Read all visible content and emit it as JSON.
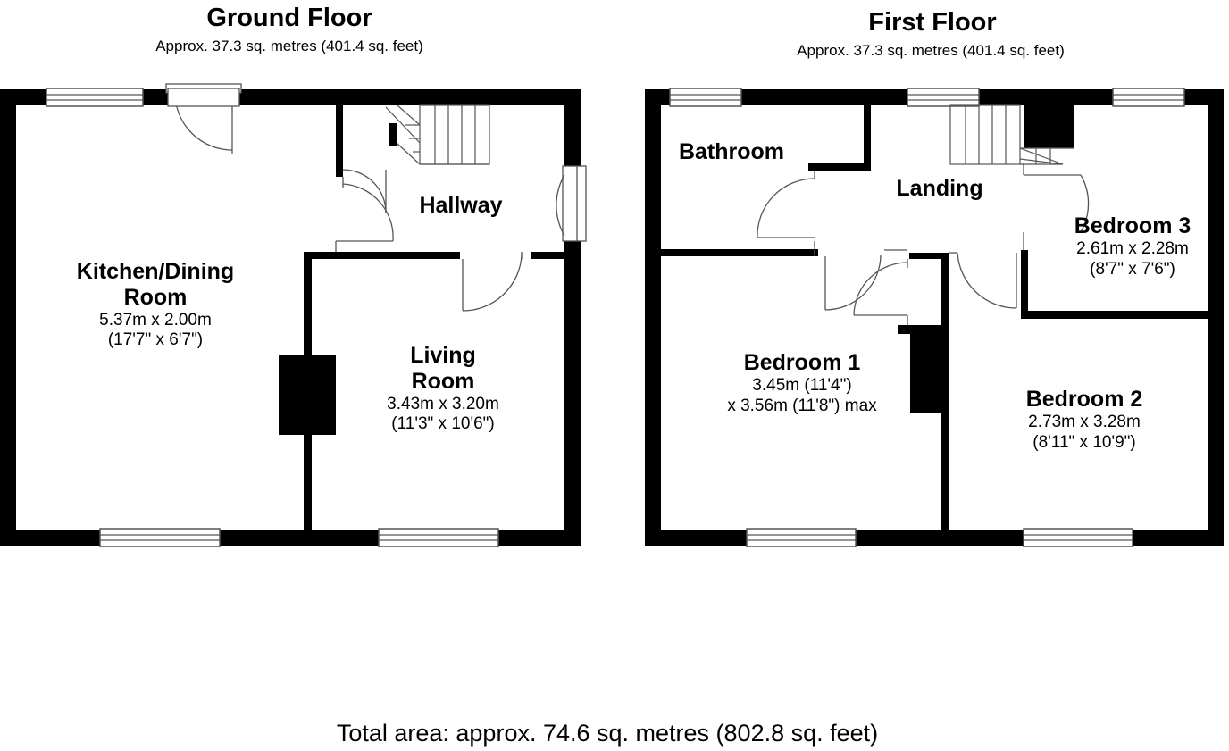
{
  "ground_floor": {
    "title": "Ground Floor",
    "area": "Approx. 37.3 sq. metres (401.4 sq. feet)",
    "rooms": {
      "kitchen": {
        "name_line1": "Kitchen/Dining",
        "name_line2": "Room",
        "dim_metric": "5.37m x 2.00m",
        "dim_imperial": "(17'7\" x 6'7\")"
      },
      "hallway": {
        "name": "Hallway"
      },
      "living": {
        "name_line1": "Living",
        "name_line2": "Room",
        "dim_metric": "3.43m x 3.20m",
        "dim_imperial": "(11'3\" x 10'6\")"
      }
    }
  },
  "first_floor": {
    "title": "First Floor",
    "area": "Approx. 37.3 sq. metres (401.4 sq. feet)",
    "rooms": {
      "bathroom": {
        "name": "Bathroom"
      },
      "landing": {
        "name": "Landing"
      },
      "bedroom1": {
        "name": "Bedroom 1",
        "dim_line1": "3.45m (11'4\")",
        "dim_line2": "x 3.56m (11'8\") max"
      },
      "bedroom2": {
        "name": "Bedroom 2",
        "dim_metric": "2.73m x 3.28m",
        "dim_imperial": "(8'11\" x 10'9\")"
      },
      "bedroom3": {
        "name": "Bedroom 3",
        "dim_metric": "2.61m x 2.28m",
        "dim_imperial": "(8'7\" x 7'6\")"
      }
    }
  },
  "total_area": "Total area: approx. 74.6 sq. metres (802.8 sq. feet)",
  "colors": {
    "wall": "#000000",
    "window": "#ffffff",
    "line": "#555555"
  }
}
